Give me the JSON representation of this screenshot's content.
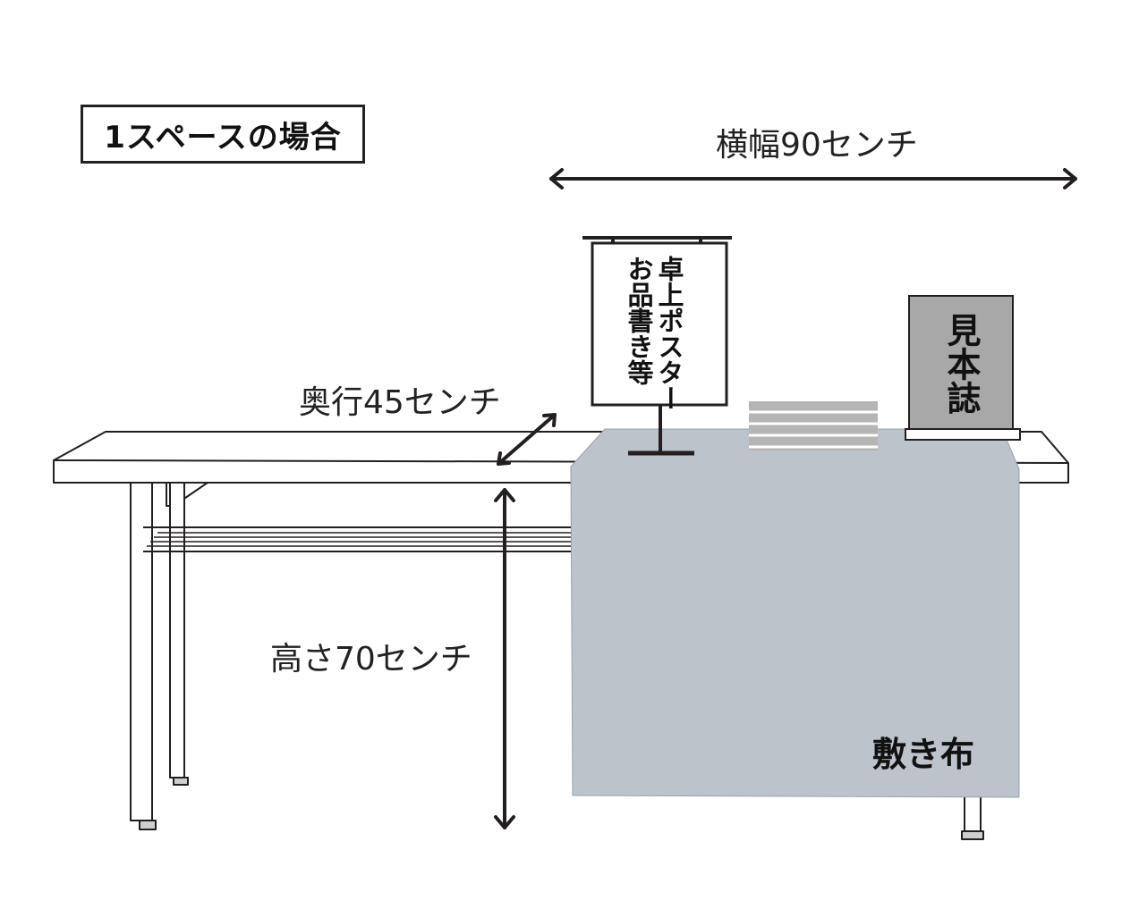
{
  "title": "1スペースの場合",
  "dimensions": {
    "width": "横幅90センチ",
    "depth": "奥行45センチ",
    "height": "高さ70センチ"
  },
  "items": {
    "poster": [
      "卓上ポスター",
      "お品書き等"
    ],
    "sample": "見本誌",
    "cloth": "敷き布"
  },
  "colors": {
    "line": "#231f20",
    "cloth": "#bcc3ca",
    "sample_bg": "#a8a8a8",
    "books": "#b5b5b5"
  }
}
